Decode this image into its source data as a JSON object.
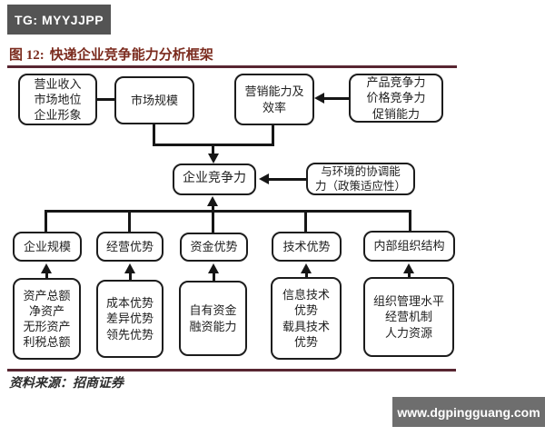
{
  "badge": {
    "label": "TG: MYYJJPP"
  },
  "figure": {
    "title_prefix": "图 12:",
    "title": "快递企业竞争能力分析框架",
    "source": "资料来源：招商证券"
  },
  "watermark": {
    "label": "www.dgpingguang.com"
  },
  "colors": {
    "title_red": "#7b2b1e",
    "rule_maroon": "#582631",
    "badge_bg": "#545454",
    "watermark_bg": "#6e6e6e",
    "line_black": "#161616",
    "box_border": "#1c1c1c",
    "box_text": "#1f1f1f"
  },
  "diagram": {
    "nodes": {
      "revenue": {
        "label": "营业收入\n市场地位\n企业形象"
      },
      "market_scale": {
        "label": "市场规模"
      },
      "marketing": {
        "label": "营销能力及\n效率"
      },
      "product": {
        "label": "产品竞争力\n价格竞争力\n促销能力"
      },
      "core": {
        "label": "企业竞争力"
      },
      "environment": {
        "label": "与环境的协调能\n力（政策适应性）"
      },
      "scale": {
        "label": "企业规模"
      },
      "operation": {
        "label": "经营优势"
      },
      "capital": {
        "label": "资金优势"
      },
      "technology": {
        "label": "技术优势"
      },
      "org_structure": {
        "label": "内部组织结构"
      },
      "assets": {
        "label": "资产总额\n净资产\n无形资产\n利税总额"
      },
      "cost": {
        "label": "成本优势\n差异优势\n领先优势"
      },
      "funding": {
        "label": "自有资金\n融资能力"
      },
      "info_tech": {
        "label": "信息技术\n优势\n载具技术\n优势"
      },
      "management": {
        "label": "组织管理水平\n经营机制\n人力资源"
      }
    }
  }
}
